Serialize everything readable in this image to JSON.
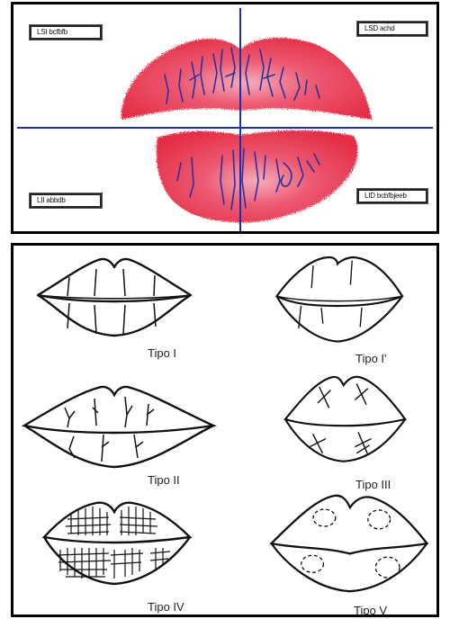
{
  "print": {
    "labels": {
      "upper_left": "LSI bcfbfb",
      "upper_right": "LSD achd",
      "lower_left": "LII abbdb",
      "lower_right": "LID bcbfbjeeb"
    },
    "colors": {
      "lipstick": "#e8243c",
      "axis": "#1b2fa8",
      "groove": "#2b2fa0"
    }
  },
  "types": [
    {
      "caption": "Tipo I"
    },
    {
      "caption": "Tipo I'"
    },
    {
      "caption": "Tipo II"
    },
    {
      "caption": "Tipo III"
    },
    {
      "caption": "Tipo IV"
    },
    {
      "caption": "Tipo V"
    }
  ]
}
